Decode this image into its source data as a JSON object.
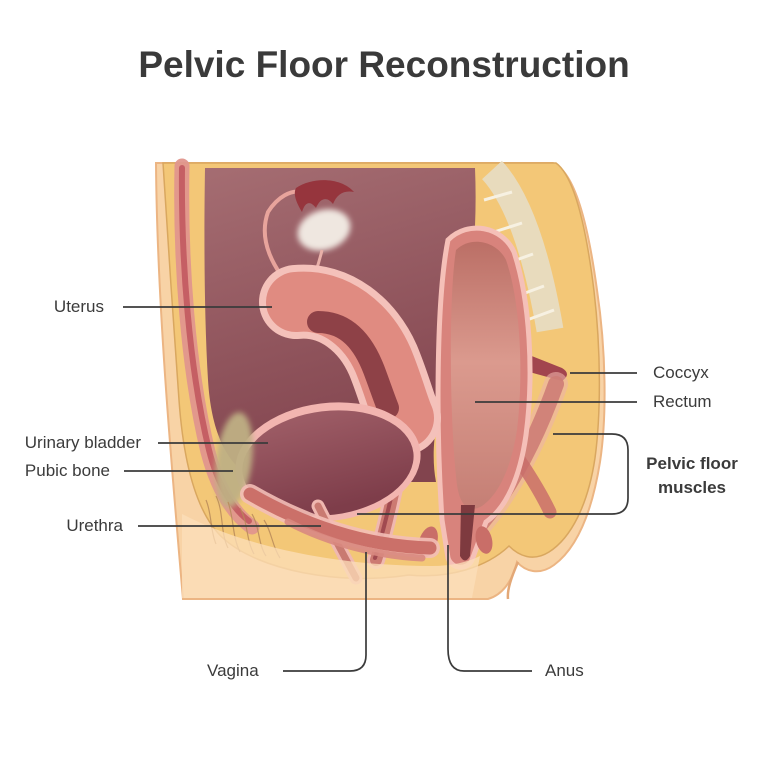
{
  "title": "Pelvic Floor Reconstruction",
  "labels": {
    "uterus": "Uterus",
    "urinary_bladder": "Urinary bladder",
    "pubic_bone": "Pubic bone",
    "urethra": "Urethra",
    "vagina": "Vagina",
    "anus": "Anus",
    "coccyx": "Coccyx",
    "rectum": "Rectum",
    "pelvic_floor_line1": "Pelvic floor",
    "pelvic_floor_line2": "muscles"
  },
  "colors": {
    "title_text": "#3a3a3a",
    "label_text": "#3b3b3b",
    "leader_line": "#3b3b3b",
    "skin": "#f8d3a6",
    "skin_light": "#fcdfba",
    "fat_layer": "#f3c777",
    "cavity_top": "#a56d72",
    "cavity_bottom": "#82444e",
    "organ_pink": "#e08b81",
    "organ_rim": "#f4c1ba",
    "uterine_cavity": "#8e4147",
    "rectum_wall": "#d8837c",
    "rectum_inner": "#d0897d",
    "muscle": "#cb7069",
    "sacrum_bone": "#e8dbbd",
    "coccyx_bone": "#a2454e",
    "pubic_bone": "#bfb084",
    "ovary": "#efe7e0"
  }
}
